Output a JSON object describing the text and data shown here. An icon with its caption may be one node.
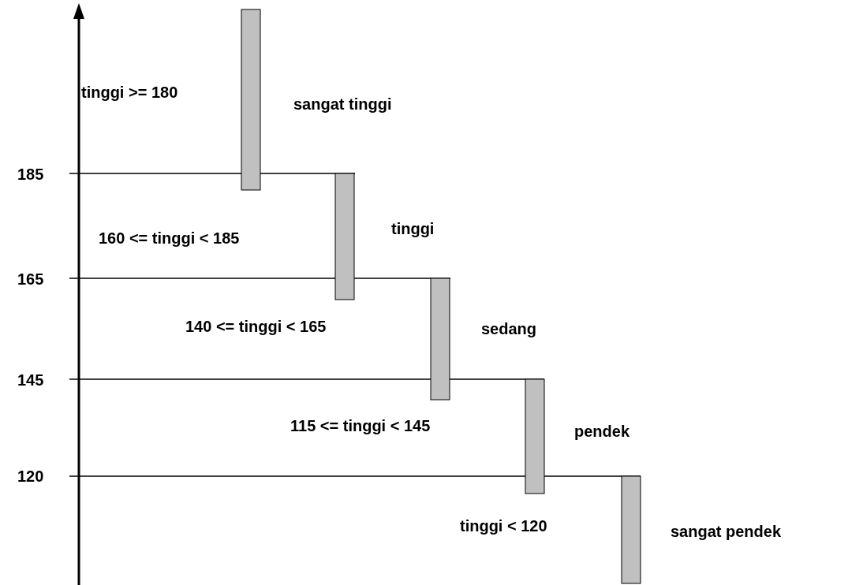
{
  "diagram": {
    "labels": [
      "tinggi >= 180",
      "sangat tinggi",
      "185",
      "160 <= tinggi < 185",
      "tinggi",
      "165",
      "140 <= tinggi < 165",
      "sedang",
      "145",
      "115 <= tinggi < 145",
      "pendek",
      "120",
      "tinggi < 120",
      "sangat pendek"
    ]
  }
}
